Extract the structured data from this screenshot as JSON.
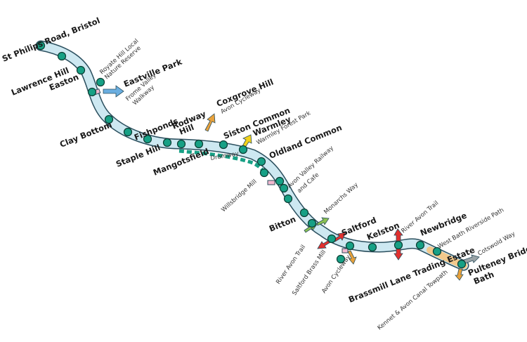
{
  "route": {
    "track_color": "#cde8f1",
    "track_outline": "#2b4f5e",
    "station_color": "#17a085",
    "station_outline": "#0b3d33"
  },
  "stations": {
    "philips_road": "St Philips Road, Bristol",
    "lawrence_hill": "Lawrence Hill",
    "easton": "Easton",
    "eastville_park": "Eastville Park",
    "clay_bottom": "Clay Bottom",
    "fishponds": "Fishponds",
    "staple_hill": "Staple Hill",
    "rodway_hill_1": "Rodway",
    "rodway_hill_2": "Hill",
    "mangotsfield": "Mangotsfield",
    "coxgrove_hill": "Coxgrove Hill",
    "siston_common": "Siston Common",
    "warmley": "Warmley",
    "oldland_common": "Oldland Common",
    "bitton": "Bitton",
    "saltford": "Saltford",
    "kelston": "Kelston",
    "newbridge": "Newbridge",
    "brassmill": "Brassmill Lane Trading Estate",
    "pulteney_1": "Pulteney Bridge,",
    "pulteney_2": "Bath"
  },
  "links": {
    "royate_1": "Royate Hill Local",
    "royate_2": "Nature Reserve",
    "frome_1": "Frome Valley",
    "frome_2": "Walkway",
    "avon_cycleway_north": "Avon Cycleway",
    "warmley_forest": "Warmley Forest Park",
    "dramway": "Dramway",
    "willsbridge": "Willsbridge Mill",
    "avon_valley_1": "Avon Valley Railway",
    "avon_valley_2": "and Cafe",
    "monarchs": "Monarchs Way",
    "river_avon_left": "River Avon Trail",
    "saltford_brass": "Saltford Brass Mill",
    "avon_cycleway_south": "Avon Cycleway",
    "river_avon_right": "River Avon Trail",
    "west_bath": "West Bath Riverside Path",
    "cotswold": "Cotswold Way",
    "kennet": "Kennet & Avon Canal Towpath"
  },
  "arrow_colors": {
    "blue": "#6aaee0",
    "orange": "#e8a13b",
    "yellow": "#f3d21c",
    "red": "#e2302e",
    "green": "#8cc152",
    "grey": "#9aa3a6",
    "pink": "#f2b8cf"
  }
}
